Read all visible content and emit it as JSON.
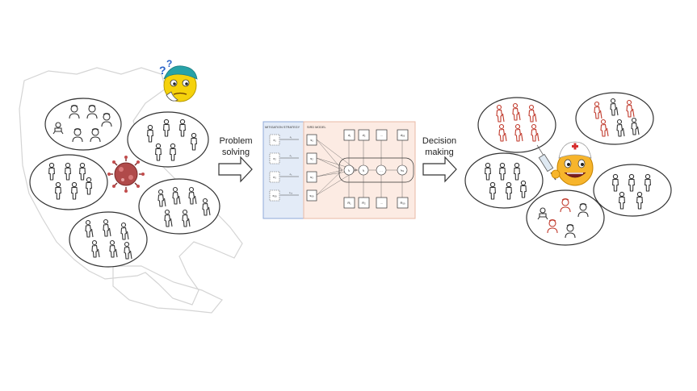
{
  "labels": {
    "problem_solving": [
      "Problem",
      "solving"
    ],
    "decision_making": [
      "Decision",
      "making"
    ]
  },
  "model_diagram": {
    "mitigation_title": "MITIGATION STRATEGY",
    "sird_title": "SIRD MODEL",
    "mitigation_nodes": [
      "x₁",
      "x₂",
      "x₃",
      "x₅₉"
    ],
    "mitigation_edges": [
      "c₁",
      "c₂",
      "c₃",
      "c₅₉"
    ],
    "population_nodes": [
      "s₁",
      "s₂",
      "s₃",
      "s₅₉"
    ],
    "top_row": [
      "d₁",
      "d₂",
      "…",
      "d₅₉"
    ],
    "middle_row": [
      "i₁",
      "i₂",
      "…",
      "i₅₉"
    ],
    "bottom_row": [
      "R₁",
      "R₂",
      "…",
      "R₅₉"
    ]
  },
  "colors": {
    "mitigation_fill": "#e3ebf7",
    "mitigation_border": "#8fa9d8",
    "sird_fill": "#fcebe3",
    "sird_border": "#e9b8a4",
    "people_dark": "#333333",
    "people_red": "#c0392b",
    "map_stroke": "#d2d2d2"
  },
  "icons": [
    "thinking-emoji-icon",
    "virus-icon",
    "nurse-emoji-icon",
    "syringe-icon"
  ]
}
